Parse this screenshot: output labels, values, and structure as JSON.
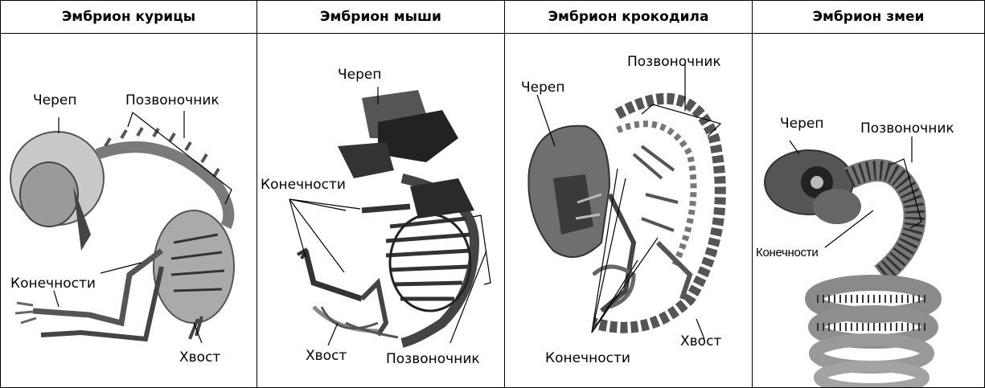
{
  "panels": [
    {
      "title": "Эмбрион курицы",
      "labels": {
        "skull": "Череп",
        "spine": "Позвоночник",
        "limbs": "Конечности",
        "tail": "Хвост"
      }
    },
    {
      "title": "Эмбрион мыши",
      "labels": {
        "skull": "Череп",
        "limbs": "Конечности",
        "tail": "Хвост",
        "spine": "Позвоночник"
      }
    },
    {
      "title": "Эмбрион крокодила",
      "labels": {
        "spine": "Позвоночник",
        "skull": "Череп",
        "tail": "Хвост",
        "limbs": "Конечности"
      }
    },
    {
      "title": "Эмбрион змеи",
      "labels": {
        "skull": "Череп",
        "spine": "Позвоночник",
        "limbs": "Конечности"
      }
    }
  ],
  "colors": {
    "border": "#000000",
    "skeleton_dark": "#2a2a2a",
    "skeleton_mid": "#6b6b6b",
    "skeleton_light": "#b8b8b8",
    "background": "#ffffff"
  }
}
